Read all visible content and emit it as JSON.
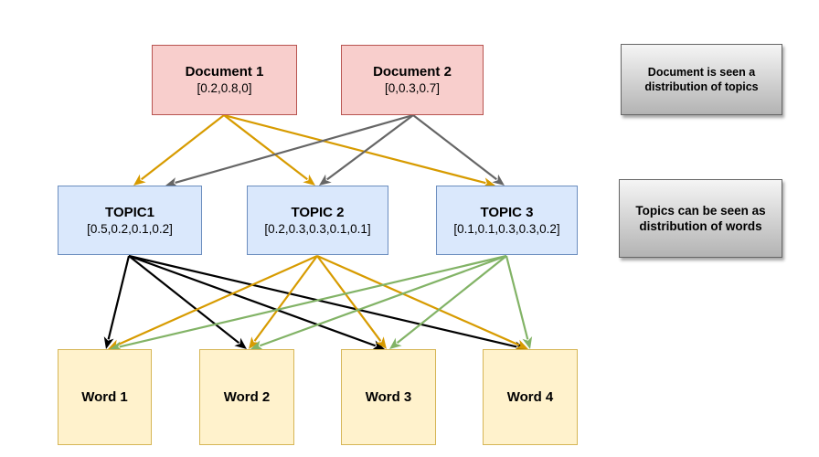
{
  "documents": [
    {
      "title": "Document 1",
      "dist": "[0.2,0.8,0]"
    },
    {
      "title": "Document 2",
      "dist": "[0,0.3,0.7]"
    }
  ],
  "topics": [
    {
      "title": "TOPIC1",
      "dist": "[0.5,0.2,0.1,0.2]"
    },
    {
      "title": "TOPIC 2",
      "dist": "[0.2,0.3,0.3,0.1,0.1]"
    },
    {
      "title": "TOPIC 3",
      "dist": "[0.1,0.1,0.3,0.3,0.2]"
    }
  ],
  "words": [
    {
      "title": "Word 1"
    },
    {
      "title": "Word 2"
    },
    {
      "title": "Word 3"
    },
    {
      "title": "Word 4"
    }
  ],
  "notes": {
    "documents": "Document is seen a distribution of topics",
    "topics": "Topics can be seen as distribution of words"
  },
  "colors": {
    "doc1_edges": "#d79b00",
    "doc2_edges": "#666666",
    "topic1_edges": "#000000",
    "topic2_edges": "#d79b00",
    "topic3_edges": "#82b366"
  },
  "edges": [
    {
      "from": "document-1",
      "to": "topic-1",
      "color": "#d79b00"
    },
    {
      "from": "document-1",
      "to": "topic-2",
      "color": "#d79b00"
    },
    {
      "from": "document-1",
      "to": "topic-3",
      "color": "#d79b00"
    },
    {
      "from": "document-2",
      "to": "topic-1",
      "color": "#666666"
    },
    {
      "from": "document-2",
      "to": "topic-2",
      "color": "#666666"
    },
    {
      "from": "document-2",
      "to": "topic-3",
      "color": "#666666"
    },
    {
      "from": "topic-1",
      "to": "word-1",
      "color": "#000000"
    },
    {
      "from": "topic-1",
      "to": "word-2",
      "color": "#000000"
    },
    {
      "from": "topic-1",
      "to": "word-3",
      "color": "#000000"
    },
    {
      "from": "topic-1",
      "to": "word-4",
      "color": "#000000"
    },
    {
      "from": "topic-2",
      "to": "word-1",
      "color": "#d79b00"
    },
    {
      "from": "topic-2",
      "to": "word-2",
      "color": "#d79b00"
    },
    {
      "from": "topic-2",
      "to": "word-3",
      "color": "#d79b00"
    },
    {
      "from": "topic-2",
      "to": "word-4",
      "color": "#d79b00"
    },
    {
      "from": "topic-3",
      "to": "word-1",
      "color": "#82b366"
    },
    {
      "from": "topic-3",
      "to": "word-2",
      "color": "#82b366"
    },
    {
      "from": "topic-3",
      "to": "word-3",
      "color": "#82b366"
    },
    {
      "from": "topic-3",
      "to": "word-4",
      "color": "#82b366"
    }
  ]
}
